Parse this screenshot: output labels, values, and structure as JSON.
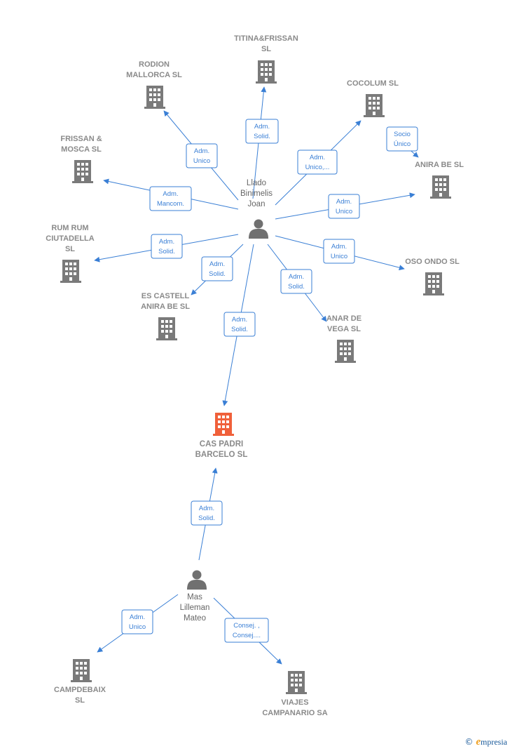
{
  "colors": {
    "edge": "#3a7fd5",
    "building": "#7a7a7a",
    "building_main": "#f0603a",
    "person": "#707070"
  },
  "people": [
    {
      "id": "llado",
      "lines": [
        "Llado",
        "Binimelis",
        "Joan"
      ]
    },
    {
      "id": "mas",
      "lines": [
        "Mas",
        "Lilleman",
        "Mateo"
      ]
    }
  ],
  "companies": [
    {
      "id": "titina",
      "lines": [
        "TITINA&FRISSAN",
        "SL"
      ]
    },
    {
      "id": "rodion",
      "lines": [
        "RODION",
        "MALLORCA  SL"
      ]
    },
    {
      "id": "cocolum",
      "lines": [
        "COCOLUM  SL"
      ]
    },
    {
      "id": "frissan",
      "lines": [
        "FRISSAN &",
        "MOSCA  SL"
      ]
    },
    {
      "id": "anira",
      "lines": [
        "ANIRA BE  SL"
      ]
    },
    {
      "id": "rumrum",
      "lines": [
        "RUM RUM",
        "CIUTADELLA",
        "SL"
      ]
    },
    {
      "id": "oso",
      "lines": [
        "OSO ONDO  SL"
      ]
    },
    {
      "id": "escastell",
      "lines": [
        "ES CASTELL",
        "ANIRA BE  SL"
      ]
    },
    {
      "id": "anar",
      "lines": [
        "ANAR DE",
        "VEGA  SL"
      ]
    },
    {
      "id": "caspadri",
      "lines": [
        "CAS PADRI",
        "BARCELO  SL"
      ],
      "main": true
    },
    {
      "id": "campdebaix",
      "lines": [
        "CAMPDEBAIX",
        "SL"
      ]
    },
    {
      "id": "viajes",
      "lines": [
        "VIAJES",
        "CAMPANARIO SA"
      ]
    }
  ],
  "edges": [
    {
      "from": "llado",
      "to": "titina",
      "lines": [
        "Adm.",
        "Solid."
      ]
    },
    {
      "from": "llado",
      "to": "rodion",
      "lines": [
        "Adm.",
        "Unico"
      ]
    },
    {
      "from": "llado",
      "to": "cocolum",
      "lines": [
        "Adm.",
        "Unico,..."
      ]
    },
    {
      "from": "cocolum",
      "to": "anira",
      "lines": [
        "Socio",
        "Único"
      ]
    },
    {
      "from": "llado",
      "to": "frissan",
      "lines": [
        "Adm.",
        "Mancom."
      ]
    },
    {
      "from": "llado",
      "to": "anira",
      "lines": [
        "Adm.",
        "Unico"
      ]
    },
    {
      "from": "llado",
      "to": "rumrum",
      "lines": [
        "Adm.",
        "Solid."
      ]
    },
    {
      "from": "llado",
      "to": "oso",
      "lines": [
        "Adm.",
        "Unico"
      ]
    },
    {
      "from": "llado",
      "to": "escastell",
      "lines": [
        "Adm.",
        "Solid."
      ]
    },
    {
      "from": "llado",
      "to": "anar",
      "lines": [
        "Adm.",
        "Solid."
      ]
    },
    {
      "from": "llado",
      "to": "caspadri",
      "lines": [
        "Adm.",
        "Solid."
      ]
    },
    {
      "from": "mas",
      "to": "caspadri",
      "lines": [
        "Adm.",
        "Solid."
      ]
    },
    {
      "from": "mas",
      "to": "campdebaix",
      "lines": [
        "Adm.",
        "Unico"
      ]
    },
    {
      "from": "mas",
      "to": "viajes",
      "lines": [
        "Consej. ,",
        "Consej...."
      ]
    }
  ],
  "watermark": {
    "symbol": "©",
    "brand_initial": "e",
    "brand_rest": "mpresia"
  }
}
